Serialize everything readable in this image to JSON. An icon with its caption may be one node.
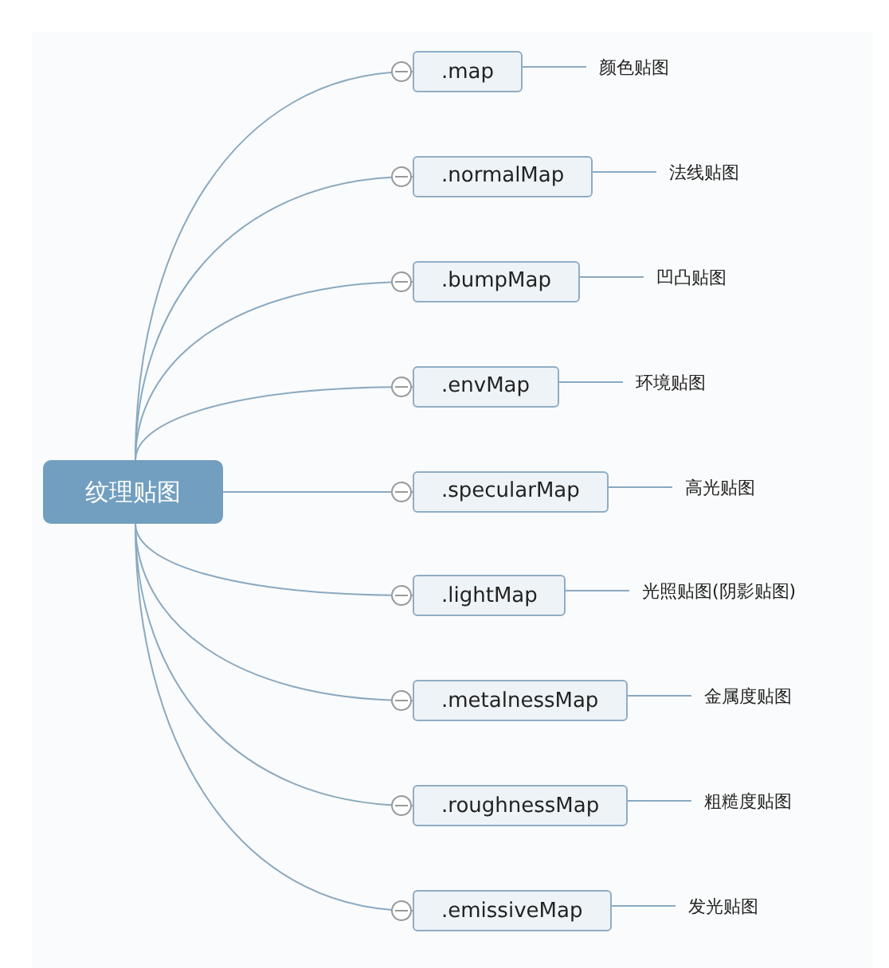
{
  "diagram": {
    "nodes": [
      {
        "text": [
          "纹理贴图"
        ]
      },
      {
        "text": [
          ".map"
        ]
      },
      {
        "text": [
          "颜色贴图"
        ]
      },
      {
        "text": [
          ".normalMap"
        ]
      },
      {
        "text": [
          "法线贴图"
        ]
      },
      {
        "text": [
          ".bumpMap"
        ]
      },
      {
        "text": [
          "凹凸贴图"
        ]
      },
      {
        "text": [
          ".envMap"
        ]
      },
      {
        "text": [
          "环境贴图"
        ]
      },
      {
        "text": [
          ".specularMap"
        ]
      },
      {
        "text": [
          "高光贴图"
        ]
      },
      {
        "text": [
          ".lightMap"
        ]
      },
      {
        "text": [
          "光照贴图(阴影贴图)"
        ]
      },
      {
        "text": [
          ".metalnessMap"
        ]
      },
      {
        "text": [
          "金属度贴图"
        ]
      },
      {
        "text": [
          ".roughnessMap"
        ]
      },
      {
        "text": [
          "粗糙度贴图"
        ]
      },
      {
        "text": [
          ".emissiveMap"
        ]
      },
      {
        "text": [
          "发光贴图"
        ]
      }
    ],
    "edges": [
      {
        "from": 0,
        "to": 1,
        "arrow": "none"
      },
      {
        "from": 1,
        "to": 2,
        "arrow": "none"
      },
      {
        "from": 0,
        "to": 3,
        "arrow": "none"
      },
      {
        "from": 3,
        "to": 4,
        "arrow": "none"
      },
      {
        "from": 0,
        "to": 5,
        "arrow": "none"
      },
      {
        "from": 5,
        "to": 6,
        "arrow": "none"
      },
      {
        "from": 0,
        "to": 7,
        "arrow": "none"
      },
      {
        "from": 7,
        "to": 8,
        "arrow": "none"
      },
      {
        "from": 0,
        "to": 9,
        "arrow": "none"
      },
      {
        "from": 9,
        "to": 10,
        "arrow": "none"
      },
      {
        "from": 0,
        "to": 11,
        "arrow": "none"
      },
      {
        "from": 11,
        "to": 12,
        "arrow": "none"
      },
      {
        "from": 0,
        "to": 13,
        "arrow": "none"
      },
      {
        "from": 13,
        "to": 14,
        "arrow": "none"
      },
      {
        "from": 0,
        "to": 15,
        "arrow": "none"
      },
      {
        "from": 15,
        "to": 16,
        "arrow": "none"
      },
      {
        "from": 0,
        "to": 17,
        "arrow": "none"
      },
      {
        "from": 17,
        "to": 18,
        "arrow": "none"
      }
    ]
  }
}
